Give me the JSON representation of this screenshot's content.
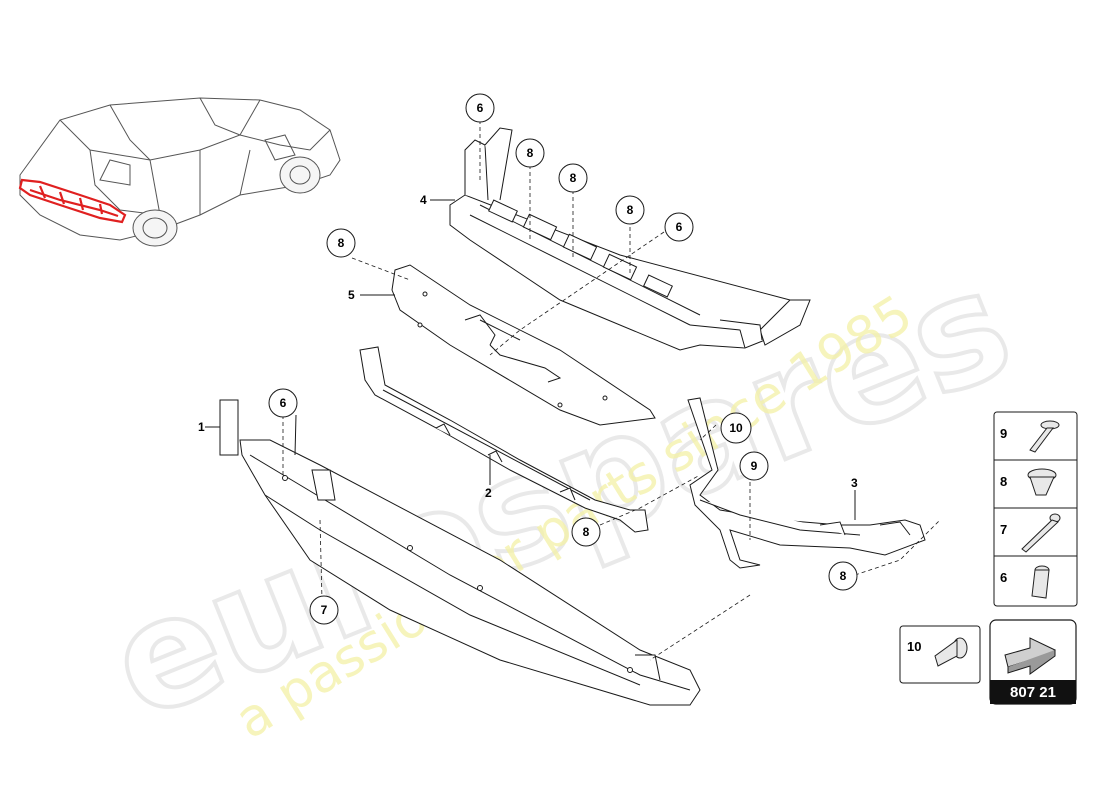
{
  "watermark": {
    "brand": "eurospares",
    "tagline": "a passion for parts since 1985"
  },
  "callouts": {
    "c1": "1",
    "c2": "2",
    "c3": "3",
    "c4": "4",
    "c5": "5",
    "c6a": "6",
    "c6b": "6",
    "c6c": "6",
    "c7": "7",
    "c8a": "8",
    "c8b": "8",
    "c8c": "8",
    "c8d": "8",
    "c8e": "8",
    "c8f": "8",
    "c9": "9",
    "c10": "10"
  },
  "legend": {
    "item9": "9",
    "item8": "8",
    "item7": "7",
    "item6": "6",
    "item10": "10"
  },
  "page_ref": "807 21",
  "colors": {
    "highlight": "#e02020",
    "line": "#1a1a1a"
  }
}
